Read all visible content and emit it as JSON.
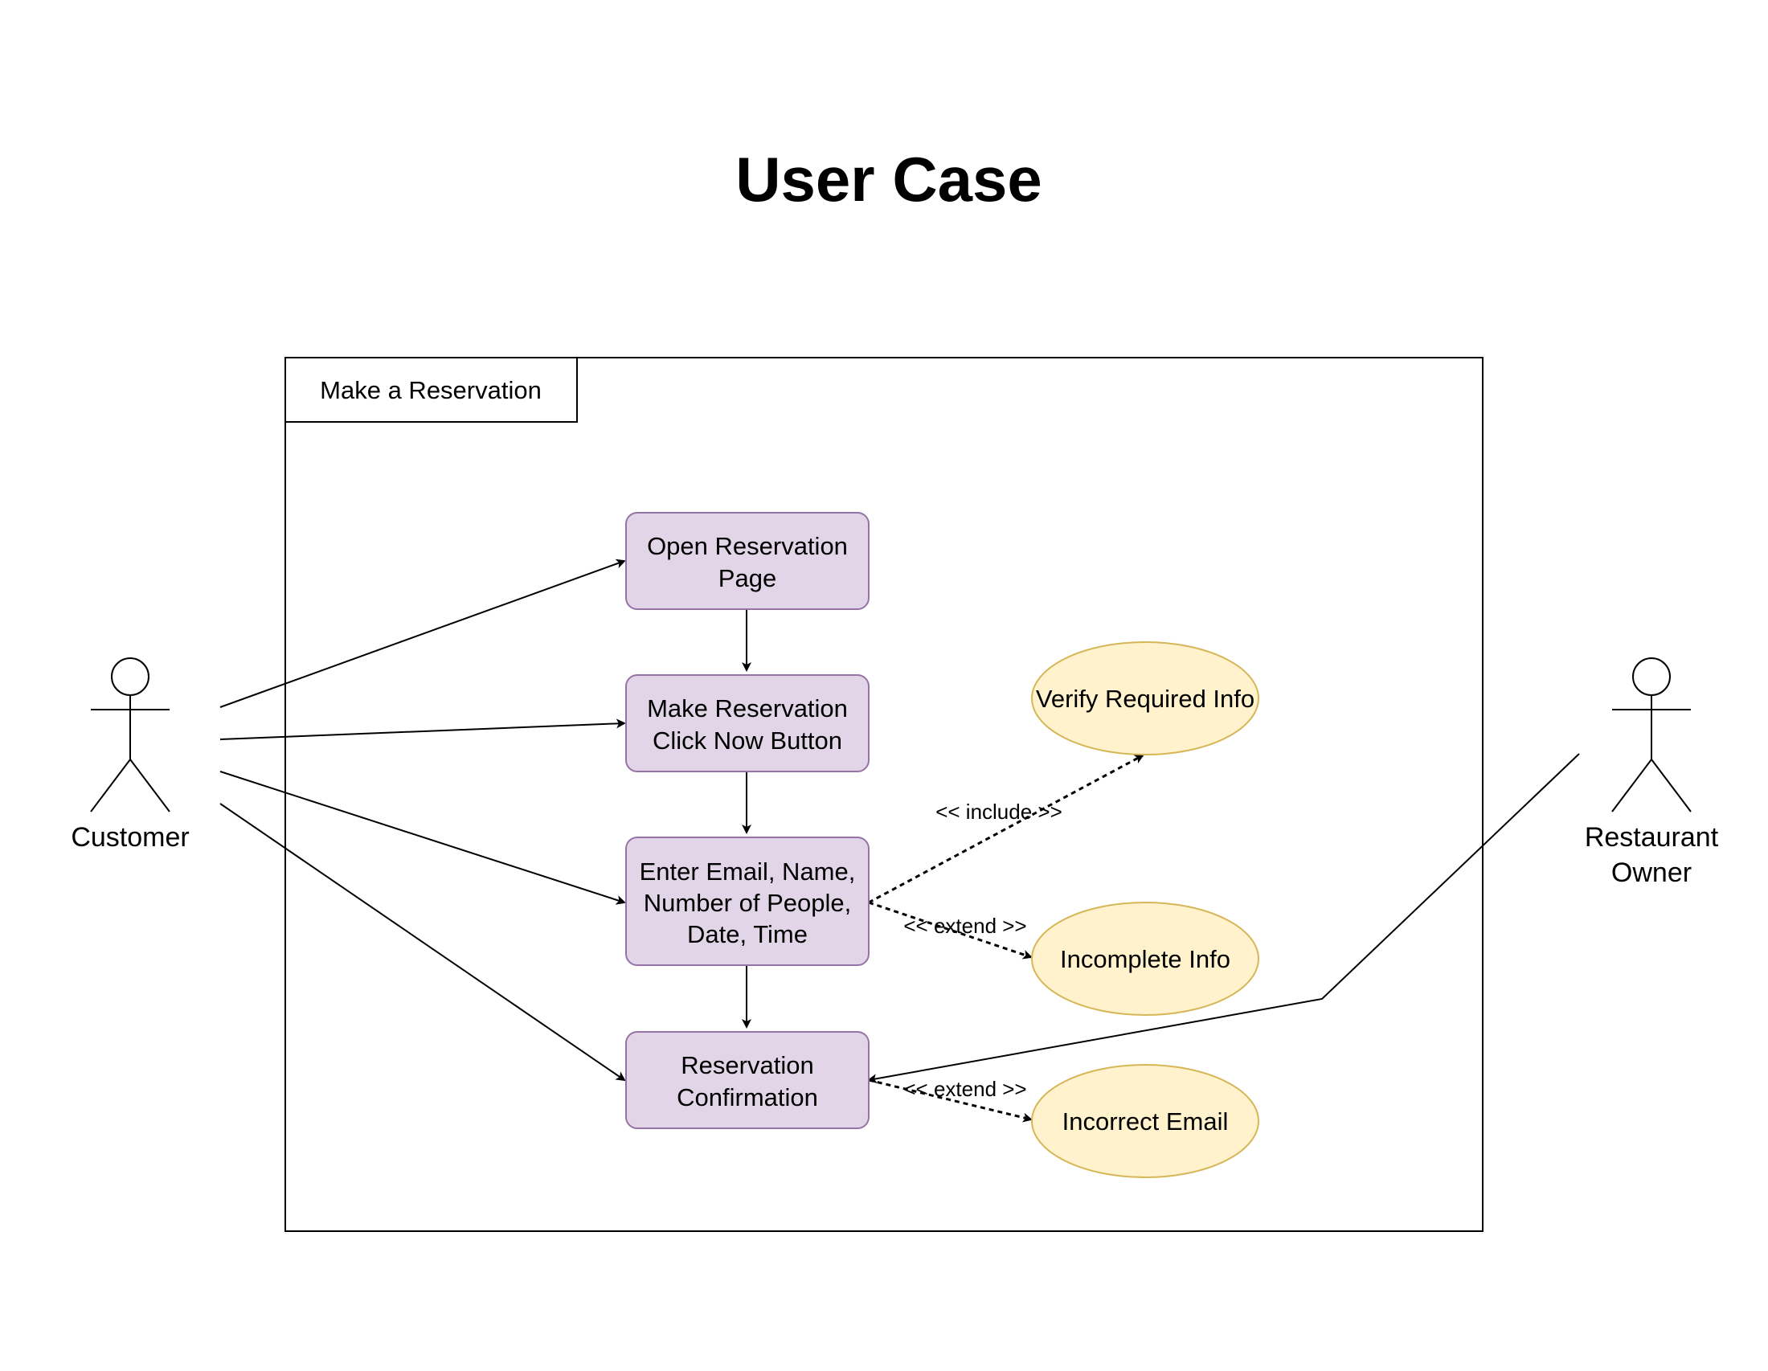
{
  "title": "User Case",
  "system_boundary": {
    "label": "Make a Reservation"
  },
  "actors": {
    "customer": {
      "label": "Customer"
    },
    "owner": {
      "line1": "Restaurant",
      "line2": "Owner"
    }
  },
  "use_cases": {
    "open_page": {
      "line1": "Open Reservation",
      "line2": "Page"
    },
    "make_reservation": {
      "line1": "Make Reservation",
      "line2": "Click Now Button"
    },
    "enter_details": {
      "line1": "Enter Email, Name,",
      "line2": "Number of People,",
      "line3": "Date, Time"
    },
    "confirmation": {
      "line1": "Reservation",
      "line2": "Confirmation"
    },
    "verify_info": {
      "label": "Verify Required Info"
    },
    "incomplete_info": {
      "label": "Incomplete Info"
    },
    "incorrect_email": {
      "label": "Incorrect Email"
    }
  },
  "relations": {
    "include": "<< include >>",
    "extend_1": "<< extend >>",
    "extend_2": "<< extend >>"
  },
  "colors": {
    "process_fill": "#e1d5e7",
    "process_stroke": "#9673a6",
    "ellipse_fill": "#fff2cc",
    "ellipse_stroke": "#d6b656"
  }
}
